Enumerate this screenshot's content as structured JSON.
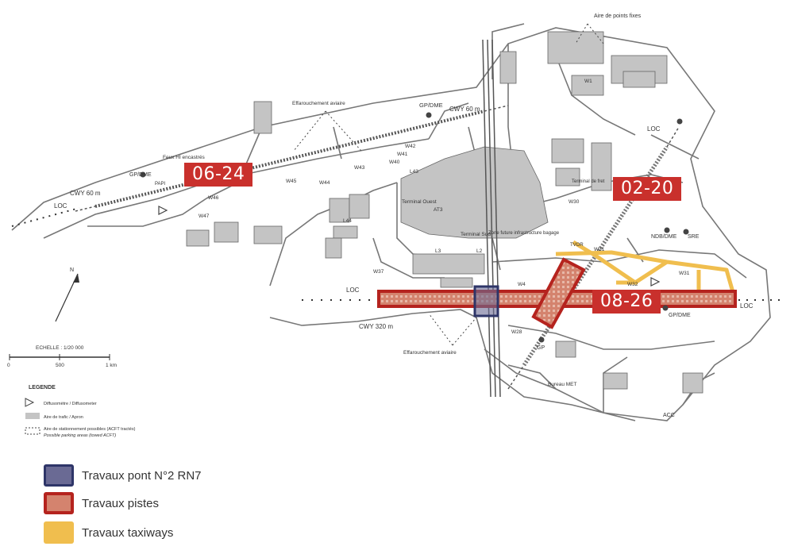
{
  "runway_tags": {
    "r0624": "06-24",
    "r0220": "02-20",
    "r0826": "08-26"
  },
  "map_labels": {
    "aire_points_fixes": "Aire de points fixes",
    "deflector_1": "Effarouchement aviaire",
    "deflector_2": "Effarouchement aviaire",
    "gp_dme_n": "GP/DME",
    "cwy_60_top": "CWY 60 m",
    "feux": "Feux HI encastrés",
    "gp_dme_w": "GP/DME",
    "papi_w": "PAPI",
    "cwy_60_w": "CWY 60 m",
    "loc_w": "LOC",
    "loc_ne": "LOC",
    "loc_s": "LOC",
    "loc_e": "LOC",
    "ndb_dme": "NDB/DME",
    "sre": "SRE",
    "gp_dme_se": "GP/DME",
    "cwy_320": "CWY 320 m",
    "terminal_ouest": "Terminal Ouest",
    "terminal_sud": "Terminal Sud",
    "zone_future": "Zone future infrastructure bagage",
    "terminal_fret": "Terminal de fret",
    "bureau_met": "Bureau MET",
    "acc": "ACC",
    "gp_s": "GP",
    "tvor": "TVOR",
    "w1": "W1",
    "w43": "W43",
    "w44": "W44",
    "w45": "W45",
    "w46": "W46",
    "w47": "W47",
    "w42": "W42",
    "w41": "W41",
    "w40": "W40",
    "w30": "W30",
    "w31": "W31",
    "w32": "W32",
    "w31b": "W31",
    "w28": "W28",
    "w4": "W4",
    "w37": "W37",
    "l3": "L3",
    "l2": "L2",
    "l44": "L44",
    "l43": "L43",
    "at3": "AT3"
  },
  "north": "N",
  "scale": {
    "title": "ECHELLE : 1/20 000",
    "t0": "0",
    "t500": "500",
    "t1km": "1 km"
  },
  "legende": {
    "title": "LEGENDE",
    "item1": "Diffusomètre / Diffusometer",
    "item2": "Aire de trafic / Apron",
    "item3a": "Aire de stationnement possibles (ACFT tractés)",
    "item3b": "Possible parking areas (towed ACFT)"
  },
  "legend": [
    {
      "label": "Travaux pont N°2 RN7",
      "fill": "#6a6a94",
      "border": "#2e3568"
    },
    {
      "label": "Travaux  pistes",
      "fill": "#d4836e",
      "border": "#b5231e"
    },
    {
      "label": "Travaux  taxiways",
      "fill": "#f0be4e",
      "border": "#f0be4e"
    }
  ],
  "colors": {
    "runway_works": "#b5231e",
    "bridge_works": "#2e3568",
    "taxiway_works": "#f0be4e",
    "tag_bg": "#c9302c"
  }
}
